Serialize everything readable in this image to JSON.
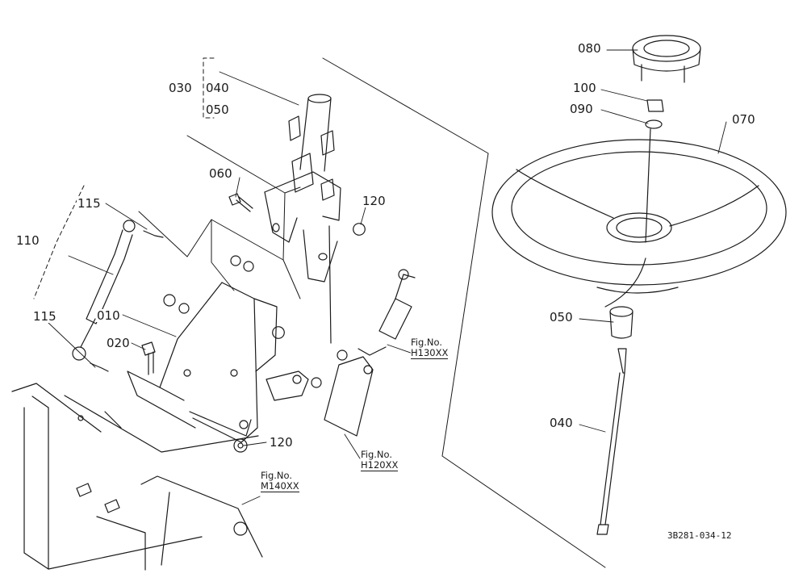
{
  "callouts": {
    "c030": "030",
    "c040_top": "040",
    "c050_top": "050",
    "c060": "060",
    "c120_top": "120",
    "c115_top": "115",
    "c110": "110",
    "c115_bottom": "115",
    "c010": "010",
    "c020": "020",
    "c120_bottom": "120",
    "c080": "080",
    "c100": "100",
    "c090": "090",
    "c070": "070",
    "c050_right": "050",
    "c040_right": "040"
  },
  "references": {
    "h130": {
      "prefix": "Fig.No.",
      "code": "H130XX"
    },
    "h120": {
      "prefix": "Fig.No.",
      "code": "H120XX"
    },
    "m140": {
      "prefix": "Fig.No.",
      "code": "M140XX"
    }
  },
  "drawing_number": "3B281-034-12",
  "colors": {
    "line": "#1a1a1a",
    "background": "#ffffff"
  }
}
